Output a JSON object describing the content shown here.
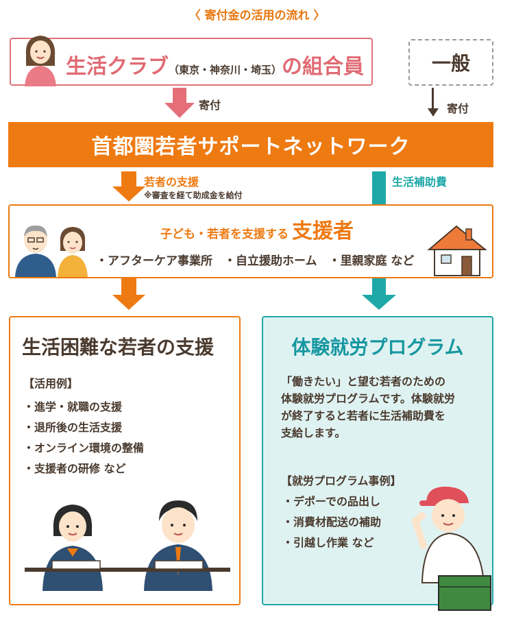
{
  "title": "〈 寄付金の活用の流れ 〉",
  "members": {
    "main": "生活クラブ",
    "sub": "（東京・神奈川・埼玉）",
    "suffix": "の組合員"
  },
  "general": "一般",
  "donation_left": "寄付",
  "donation_right": "寄付",
  "network": "首都圏若者サポートネットワーク",
  "youth_support": {
    "label": "若者の支援",
    "note": "※審査を経て助成金を給付"
  },
  "living_subsidy": "生活補助費",
  "supporters": {
    "lead": "子ども・若者を支援する",
    "title": "支援者",
    "examples": "・アフターケア事業所　・自立援助ホーム　・里親家庭 など"
  },
  "left_box": {
    "title": "生活困難な若者の支援",
    "list_head": "【活用例】",
    "items": [
      "・進学・就職の支援",
      "・退所後の生活支援",
      "・オンライン環境の整備",
      "・支援者の研修 など"
    ]
  },
  "right_box": {
    "title": "体験就労プログラム",
    "desc_lines": [
      "「働きたい」と望む若者のための",
      "体験就労プログラムです。体験就労",
      "が終了すると若者に生活補助費を",
      "支給します。"
    ],
    "list_head": "【就労プログラム事例】",
    "items": [
      "・デポーでの品出し",
      "・消費材配送の補助",
      "・引越し作業 など"
    ]
  },
  "colors": {
    "orange": "#ee7a12",
    "pink": "#e46f79",
    "teal": "#1fa8a8",
    "text": "#4a3a2e"
  }
}
